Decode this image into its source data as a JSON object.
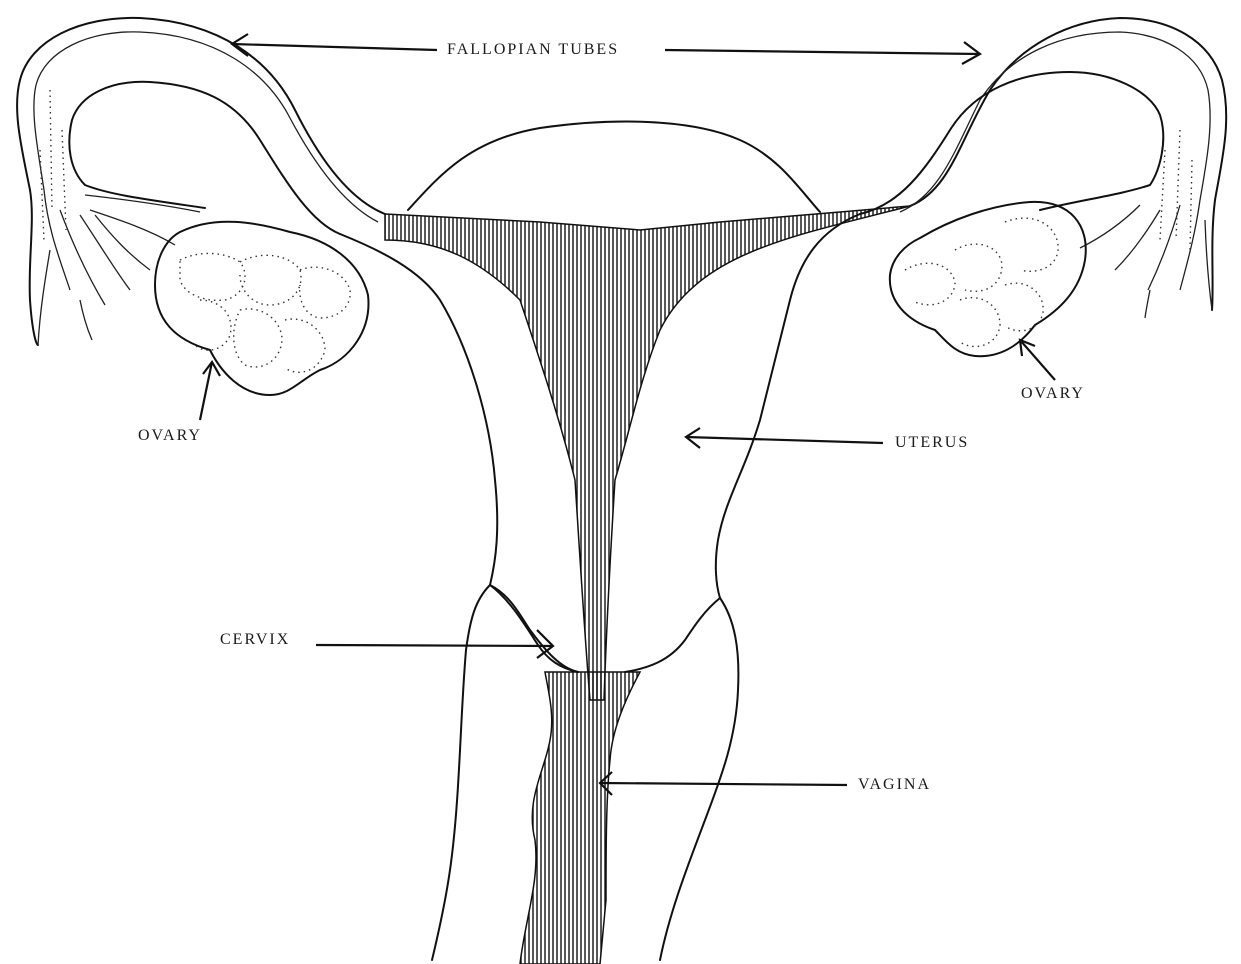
{
  "labels": {
    "fallopian_tubes": "FALLOPIAN TUBES",
    "ovary_left": "OVARY",
    "ovary_right": "OVARY",
    "uterus": "UTERUS",
    "cervix": "CERVIX",
    "vagina": "VAGINA"
  },
  "colors": {
    "line": "#111111",
    "background": "#ffffff"
  }
}
